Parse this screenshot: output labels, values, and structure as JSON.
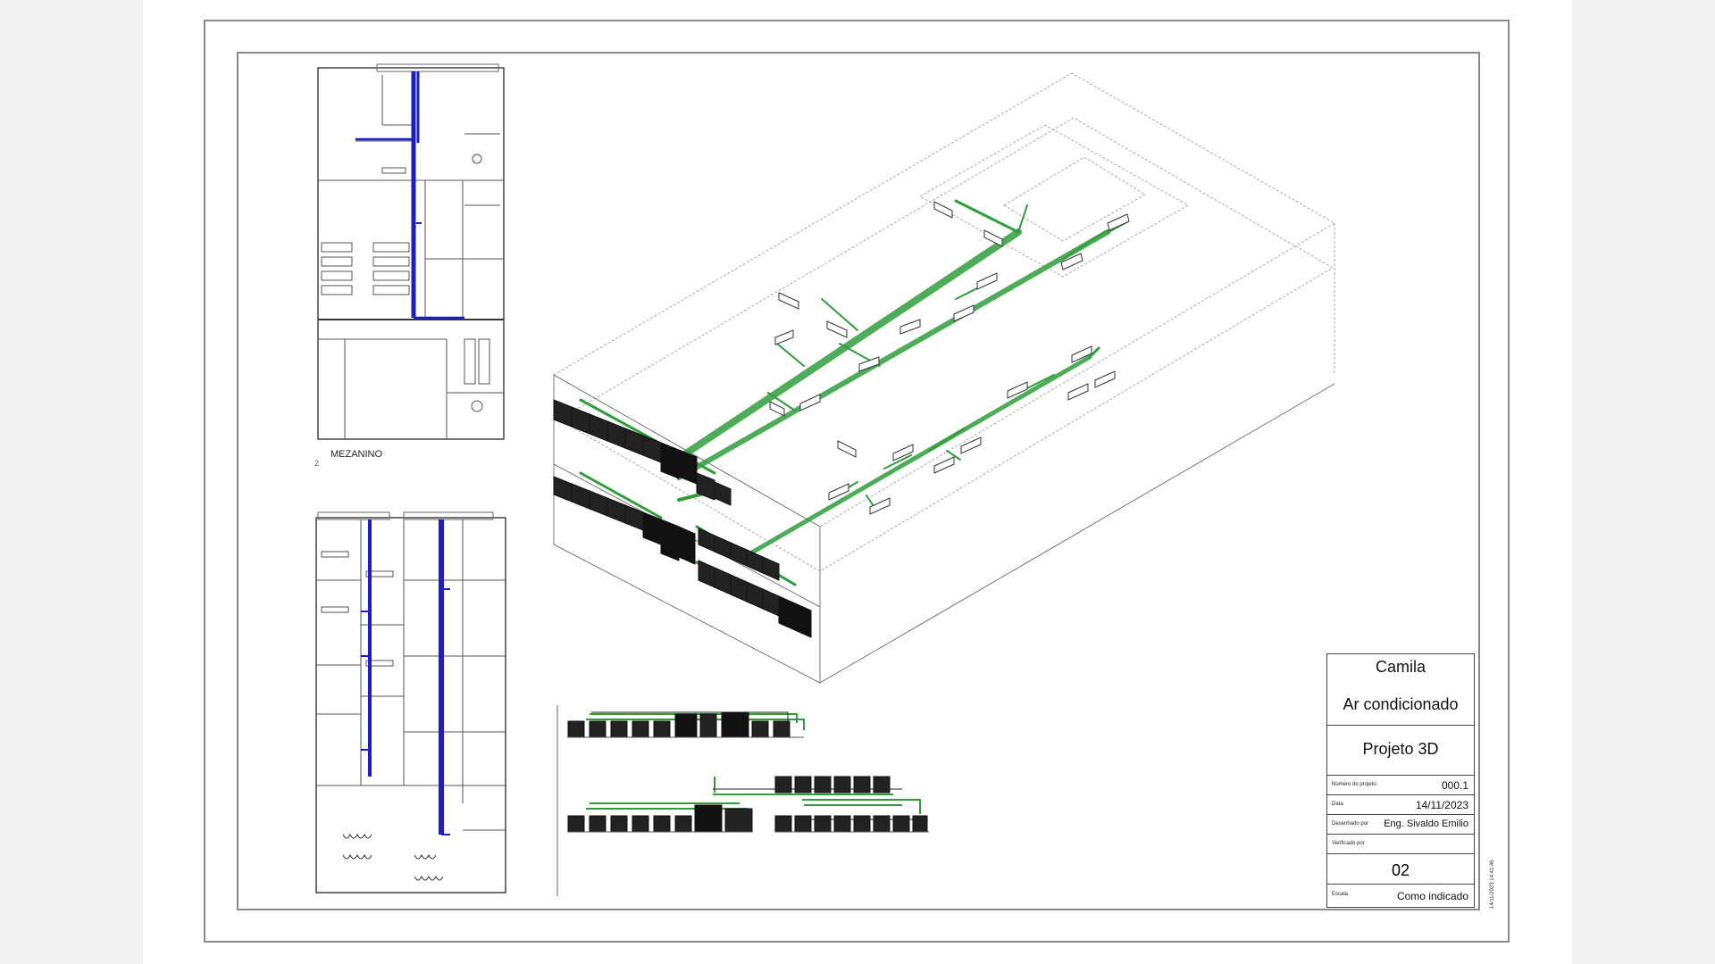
{
  "views": {
    "mezzanine_label": "MEZANINO",
    "mezzanine_number": "2"
  },
  "title_block": {
    "client": "Camila",
    "discipline": "Ar condicionado",
    "sheet_title": "Projeto 3D",
    "project_number_label": "Número do projeto",
    "project_number": "000.1",
    "date_label": "Data",
    "date": "14/11/2023",
    "drawn_by_label": "Desenhado por",
    "drawn_by": "Eng. Sivaldo Emilio",
    "checked_by_label": "Verificado por",
    "checked_by": "",
    "sheet_number": "02",
    "scale_label": "Escala",
    "scale": "Como indicado"
  },
  "stamp": "14/11/2023 14:41:46",
  "colors": {
    "duct_blue": "#1c1ccc",
    "pipe_green": "#2e9e3a",
    "line_gray": "#888888",
    "unit_dark": "#1a1a1a"
  }
}
